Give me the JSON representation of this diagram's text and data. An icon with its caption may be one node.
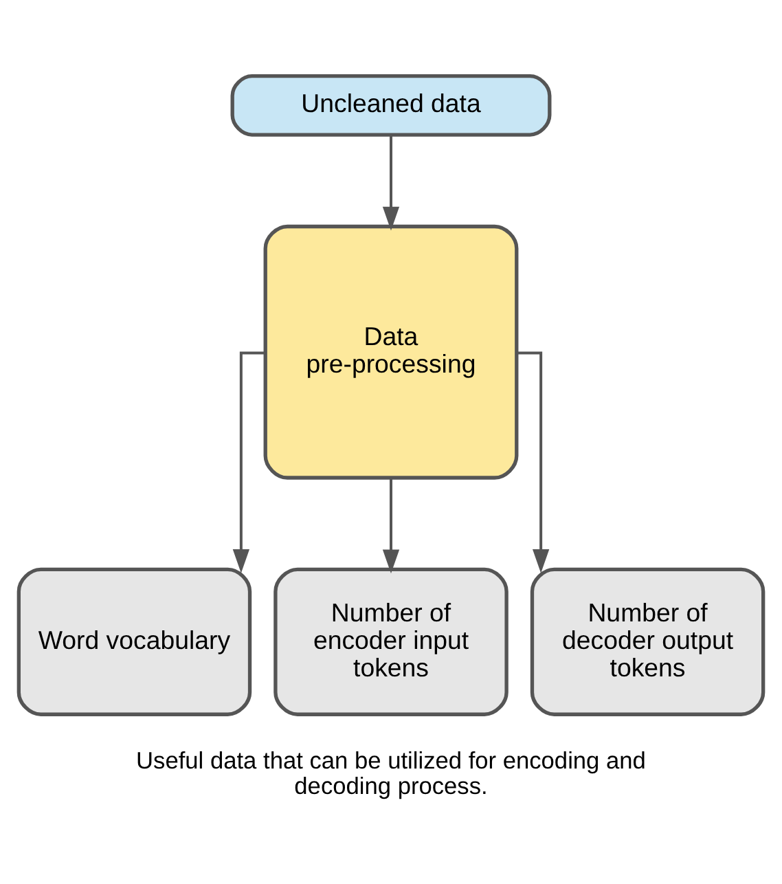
{
  "diagram": {
    "caption": "Useful data that can be utilized for encoding and decoding process.",
    "nodes": [
      {
        "text": [
          "Uncleaned data"
        ]
      },
      {
        "text": [
          "Data pre-processing"
        ]
      },
      {
        "text": [
          "Word vocabulary"
        ]
      },
      {
        "text": [
          "Number of encoder input tokens"
        ]
      },
      {
        "text": [
          "Number of decoder output tokens"
        ]
      }
    ],
    "edges": [
      {
        "from": 0,
        "to": 1,
        "arrow": "to"
      },
      {
        "from": 1,
        "to": 2,
        "arrow": "to"
      },
      {
        "from": 1,
        "to": 3,
        "arrow": "to"
      },
      {
        "from": 1,
        "to": 4,
        "arrow": "to"
      }
    ]
  }
}
